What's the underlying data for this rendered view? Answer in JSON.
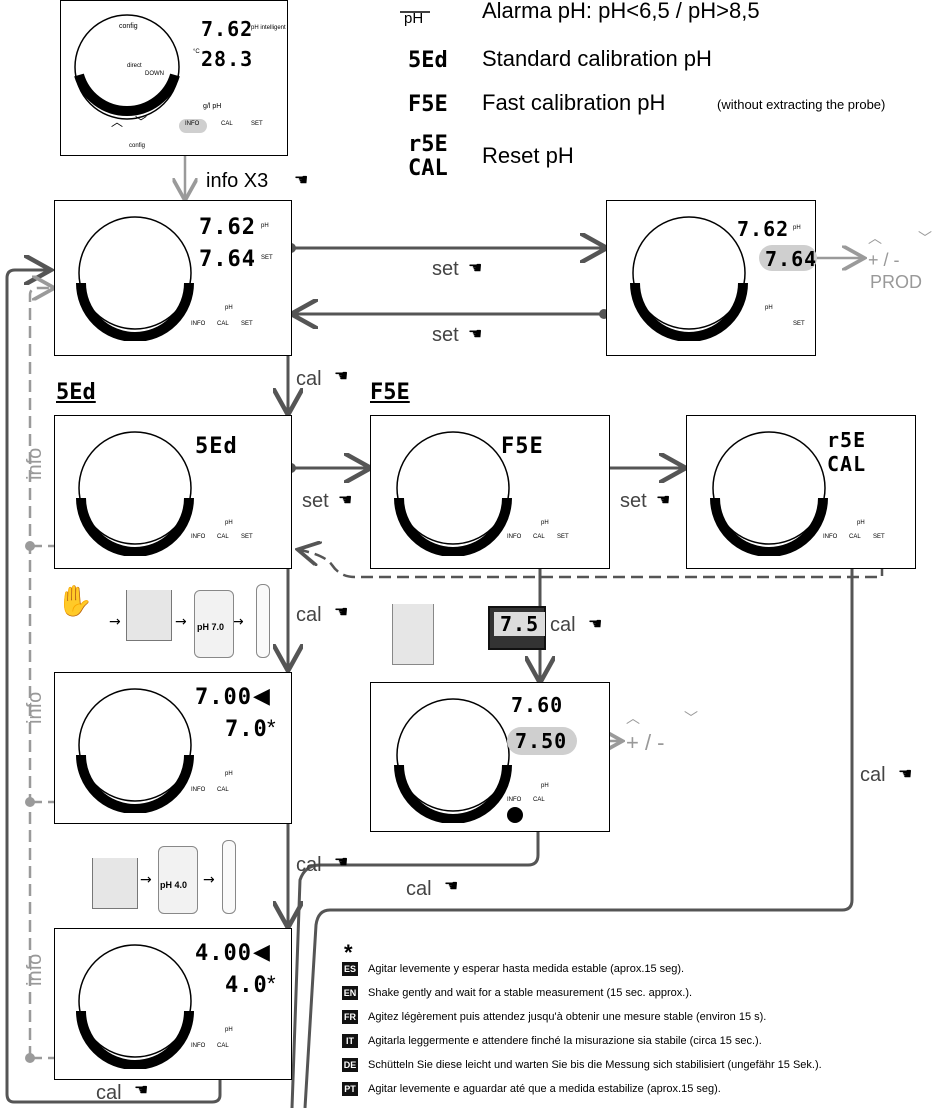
{
  "legend": {
    "alarm_symbol_label": "pH",
    "items": [
      {
        "code": "",
        "text": "Alarma pH: pH<6,5 / pH>8,5",
        "suffix": ""
      },
      {
        "code": "5Ed",
        "text": "Standard calibration pH",
        "suffix": ""
      },
      {
        "code": "F5E",
        "text": "Fast calibration pH",
        "suffix": "(without extracting the probe)"
      },
      {
        "code": "r5E",
        "code2": "CAL",
        "text": "Reset pH",
        "suffix": ""
      }
    ]
  },
  "panel_top": {
    "value1": "7.62",
    "value1_unit": "pH intelligent",
    "value2": "28.3",
    "value2_unit": "°C",
    "circle_labels": [
      "config",
      "direct",
      "DOWN"
    ],
    "units_row": "g/l   pH",
    "buttons": [
      "INFO",
      "CAL",
      "SET"
    ],
    "bottom_left": "config"
  },
  "panel_info": {
    "value1": "7.62",
    "value1_unit": "pH",
    "value2": "7.64",
    "value2_unit": "SET",
    "unit": "pH",
    "buttons": [
      "INFO",
      "CAL",
      "SET"
    ]
  },
  "panel_set": {
    "value1": "7.62",
    "value1_unit": "pH",
    "value2": "7.64",
    "unit": "pH",
    "set_label": "SET"
  },
  "panel_std": {
    "display": "5Ed",
    "unit": "pH",
    "buttons": [
      "INFO",
      "CAL",
      "SET"
    ]
  },
  "panel_fst": {
    "display": "F5E",
    "unit": "pH",
    "buttons": [
      "INFO",
      "CAL",
      "SET"
    ]
  },
  "panel_rst": {
    "display1": "r5E",
    "display2": "CAL",
    "unit": "pH",
    "buttons": [
      "INFO",
      "CAL",
      "SET"
    ]
  },
  "panel_cal7": {
    "value1": "7.00",
    "value2": "7.0",
    "unit": "pH",
    "buttons": [
      "INFO",
      "CAL"
    ]
  },
  "panel_cal4": {
    "value1": "4.00",
    "value2": "4.0",
    "unit": "pH",
    "buttons": [
      "INFO",
      "CAL"
    ]
  },
  "panel_fast": {
    "value1": "7.60",
    "value2": "7.50",
    "unit": "pH",
    "buttons": [
      "INFO",
      "CAL"
    ]
  },
  "labels": {
    "info_x3": "info X3",
    "set_1": "set",
    "set_2": "set",
    "set_3": "set",
    "set_4": "set",
    "cal_1": "cal",
    "cal_2": "cal",
    "cal_3": "cal",
    "cal_4": "cal",
    "cal_5": "cal",
    "cal_6": "cal",
    "cal_7": "cal",
    "info_side": "info",
    "prod_plus_minus": "+ / -",
    "prod": "PROD",
    "fast_plus_minus": "+ / -",
    "header_std": "5Ed",
    "header_fst": "F5E",
    "bottle_7": "pH 7.0",
    "bottle_4": "pH 4.0",
    "probe_display": "7.5",
    "star": "*"
  },
  "notes": [
    {
      "lang": "ES",
      "text": "Agitar levemente y esperar hasta medida estable (aprox.15 seg)."
    },
    {
      "lang": "EN",
      "text": "Shake gently and wait for a stable measurement (15 sec. approx.)."
    },
    {
      "lang": "FR",
      "text": "Agitez légèrement puis attendez jusqu'à obtenir une mesure stable (environ 15 s)."
    },
    {
      "lang": "IT",
      "text": "Agitarla leggermente e attendere finché la misurazione sia stabile (circa 15 sec.)."
    },
    {
      "lang": "DE",
      "text": "Schütteln Sie diese leicht und warten Sie bis die Messung sich stabilisiert (ungefähr 15 Sek.)."
    },
    {
      "lang": "PT",
      "text": "Agitar levemente e aguardar até que a medida estabilize (aprox.15 seg)."
    }
  ],
  "colors": {
    "arrow_dark": "#555555",
    "arrow_light": "#9a9a9a",
    "highlight": "#cfcfcf"
  }
}
